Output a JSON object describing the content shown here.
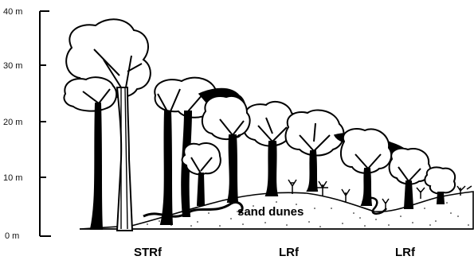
{
  "axis": {
    "ticks": [
      "40 m",
      "30 m",
      "20 m",
      "10 m",
      "0 m"
    ]
  },
  "ground": {
    "label": "sand dunes"
  },
  "zones": [
    "STRf",
    "LRf",
    "LRf"
  ],
  "colors": {
    "ink": "#000000",
    "paper": "#ffffff"
  }
}
